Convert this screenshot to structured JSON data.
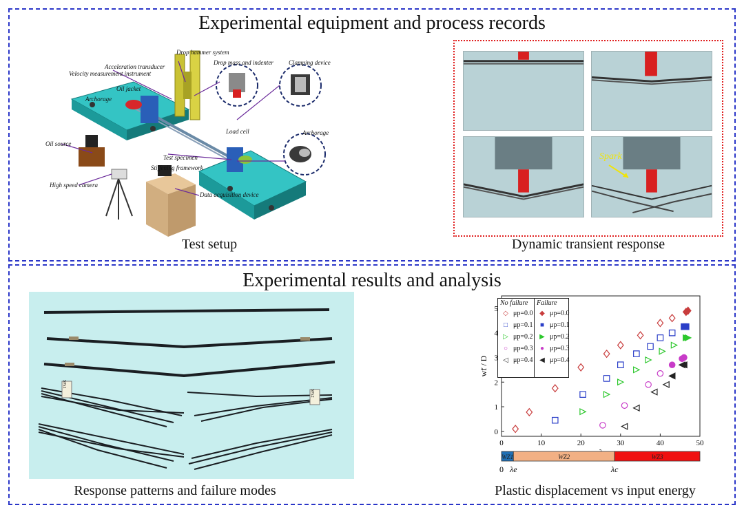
{
  "top_panel": {
    "title": "Experimental equipment and process records",
    "setup_caption": "Test setup",
    "transient_caption": "Dynamic transient response",
    "setup_labels": {
      "drop_hammer": "Drop hammer system",
      "acceleration": "Acceleration transducer",
      "velocity": "Velocity measurement instrument",
      "drop_mass": "Drop mass and indenter",
      "clamping": "Clamping device",
      "oil_jacket": "Oil jacket",
      "anchorage_left": "Archorage",
      "load_cell": "Load cell",
      "oil_source": "Oil source",
      "test_specimen": "Test specimen",
      "stiffening": "Stiffening framework",
      "anchorage_right": "Archorage",
      "high_speed_camera": "High speed camera",
      "data_acquisition": "Data acquisition device"
    },
    "spark_label": "Spark"
  },
  "bottom_panel": {
    "title": "Experimental results and analysis",
    "patterns_caption": "Response patterns and failure modes",
    "energy_caption": "Plastic displacement vs input energy",
    "specimen_tags": [
      "SPx1",
      "SPx2"
    ]
  },
  "colors": {
    "border": "#2a35c8",
    "red_dashed": "#e02020",
    "mu0": "#c83c3c",
    "mu01": "#2a3ec8",
    "mu02": "#2ec82e",
    "mu03": "#c83cc8",
    "mu04": "#222222",
    "wz1": "#1f6fb4",
    "wz2": "#f2b084",
    "wz3": "#f01010"
  },
  "chart_data": {
    "type": "scatter",
    "xlabel": "λ",
    "ylabel": "wf / D",
    "xlim": [
      0,
      50
    ],
    "ylim": [
      -0.2,
      5.5
    ],
    "xticks": [
      0,
      10,
      20,
      30,
      40,
      50
    ],
    "yticks": [
      0,
      1,
      2,
      3,
      4,
      5
    ],
    "legend_headers": {
      "no_failure": "No failure",
      "failure": "Failure"
    },
    "legend_labels": [
      "μp=0.0",
      "μp=0.1",
      "μp=0.2",
      "μp=0.3",
      "μp=0.4"
    ],
    "no_failure": [
      {
        "name": "μp=0.0",
        "marker": "diamond-open",
        "color": "#c83c3c",
        "x": [
          3.5,
          7,
          13.5,
          20,
          26.5,
          30,
          35,
          40,
          43
        ],
        "y": [
          0.1,
          0.78,
          1.75,
          2.6,
          3.15,
          3.5,
          3.9,
          4.4,
          4.6
        ]
      },
      {
        "name": "μp=0.1",
        "marker": "square-open",
        "color": "#2a3ec8",
        "x": [
          13.5,
          20.5,
          26.5,
          30,
          34,
          37.5,
          40,
          43
        ],
        "y": [
          0.45,
          1.5,
          2.15,
          2.7,
          3.15,
          3.45,
          3.8,
          4.0
        ]
      },
      {
        "name": "μp=0.2",
        "marker": "triangle-right-open",
        "color": "#2ec82e",
        "x": [
          20.5,
          26.5,
          30,
          34,
          37,
          40.5,
          43.5
        ],
        "y": [
          0.8,
          1.5,
          2.0,
          2.5,
          2.9,
          3.25,
          3.5
        ]
      },
      {
        "name": "μp=0.3",
        "marker": "circle-open",
        "color": "#c83cc8",
        "x": [
          25.5,
          31,
          37,
          40
        ],
        "y": [
          0.25,
          1.05,
          1.9,
          2.35
        ]
      },
      {
        "name": "μp=0.4",
        "marker": "triangle-left-open",
        "color": "#222222",
        "x": [
          31,
          34,
          38.5,
          41.5
        ],
        "y": [
          0.2,
          0.95,
          1.6,
          1.9
        ]
      }
    ],
    "failure": [
      {
        "name": "μp=0.0",
        "marker": "diamond",
        "color": "#c83c3c",
        "x": [
          46.5,
          47
        ],
        "y": [
          4.85,
          4.9
        ]
      },
      {
        "name": "μp=0.1",
        "marker": "square",
        "color": "#2a3ec8",
        "x": [
          46,
          46.5
        ],
        "y": [
          4.25,
          4.25
        ]
      },
      {
        "name": "μp=0.2",
        "marker": "triangle-right",
        "color": "#2ec82e",
        "x": [
          46.5,
          47
        ],
        "y": [
          3.8,
          3.8
        ]
      },
      {
        "name": "μp=0.3",
        "marker": "circle",
        "color": "#c83cc8",
        "x": [
          43,
          45.5,
          46
        ],
        "y": [
          2.7,
          2.95,
          3.0
        ]
      },
      {
        "name": "μp=0.4",
        "marker": "triangle-left",
        "color": "#222222",
        "x": [
          43,
          45.5,
          46
        ],
        "y": [
          2.25,
          2.7,
          2.7
        ]
      }
    ],
    "zones": [
      {
        "label": "WZ1",
        "from": 0,
        "to": 3
      },
      {
        "label": "WZ2",
        "from": 3,
        "to": 28.5
      },
      {
        "label": "WZ3",
        "from": 28.5,
        "to": 50
      }
    ],
    "zone_axis_labels": {
      "zero": "0",
      "lambda_e": "λe",
      "lambda_c": "λc"
    }
  }
}
